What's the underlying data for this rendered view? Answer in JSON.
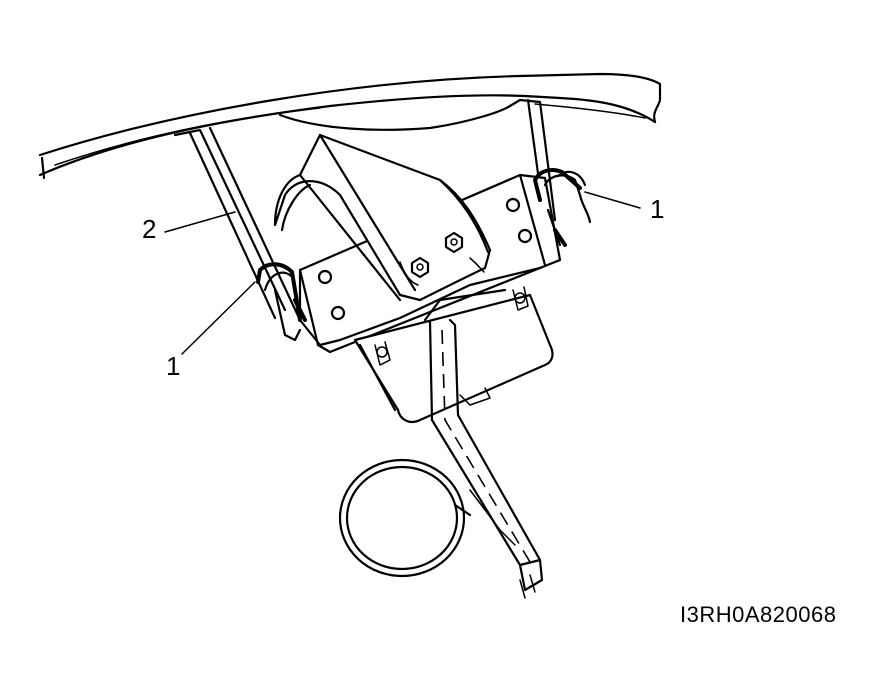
{
  "figure": {
    "id": "I3RH0A820068"
  },
  "callouts": [
    {
      "label": "1"
    },
    {
      "label": "2"
    },
    {
      "label": "1"
    }
  ]
}
